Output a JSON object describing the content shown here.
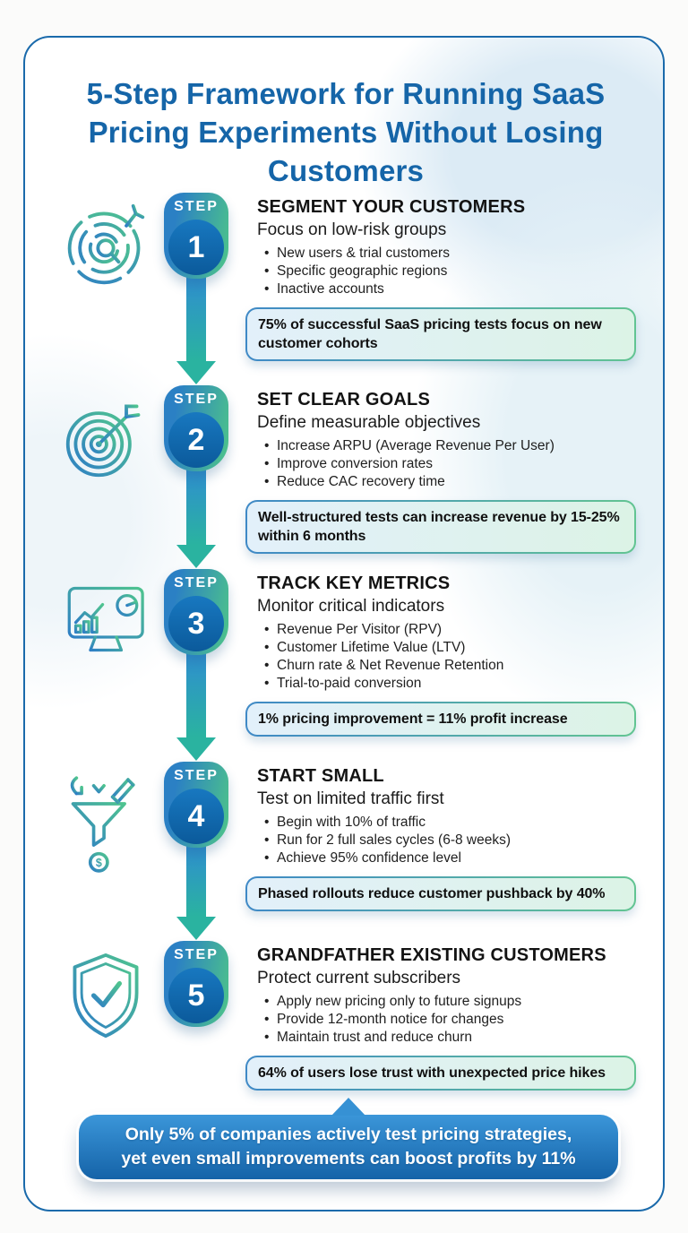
{
  "title": "5-Step Framework for Running SaaS Pricing Experiments Without Losing Customers",
  "steps": [
    {
      "step_label": "STEP",
      "number": "1",
      "icon": "customer-segmentation-icon",
      "heading": "SEGMENT YOUR CUSTOMERS",
      "subtitle": "Focus on low-risk groups",
      "bullets": [
        "New users & trial customers",
        "Specific geographic regions",
        "Inactive accounts"
      ],
      "callout": "75% of successful SaaS pricing tests focus on new customer cohorts"
    },
    {
      "step_label": "STEP",
      "number": "2",
      "icon": "target-goal-icon",
      "heading": "SET CLEAR GOALS",
      "subtitle": "Define measurable objectives",
      "bullets": [
        "Increase ARPU (Average Revenue Per User)",
        "Improve conversion rates",
        "Reduce CAC recovery time"
      ],
      "callout": "Well-structured tests can increase revenue by 15-25% within 6 months"
    },
    {
      "step_label": "STEP",
      "number": "3",
      "icon": "metrics-dashboard-icon",
      "heading": "TRACK KEY METRICS",
      "subtitle": "Monitor critical indicators",
      "bullets": [
        "Revenue Per Visitor (RPV)",
        "Customer Lifetime Value (LTV)",
        "Churn rate & Net Revenue Retention",
        "Trial-to-paid conversion"
      ],
      "callout": "1% pricing improvement = 11% profit increase"
    },
    {
      "step_label": "STEP",
      "number": "4",
      "icon": "funnel-test-icon",
      "heading": "START SMALL",
      "subtitle": "Test on limited traffic first",
      "bullets": [
        "Begin with 10% of traffic",
        "Run for 2 full sales cycles (6-8 weeks)",
        "Achieve 95% confidence level"
      ],
      "callout": "Phased rollouts reduce customer pushback by 40%"
    },
    {
      "step_label": "STEP",
      "number": "5",
      "icon": "shield-check-icon",
      "heading": "GRANDFATHER EXISTING CUSTOMERS",
      "subtitle": "Protect current subscribers",
      "bullets": [
        "Apply new pricing only to future signups",
        "Provide 12-month notice for changes",
        "Maintain trust and reduce churn"
      ],
      "callout": "64% of users lose trust with unexpected price hikes"
    }
  ],
  "footer": {
    "line1": "Only 5% of companies actively test pricing strategies,",
    "line2": "yet even small improvements can boost profits by 11%"
  },
  "colors": {
    "title_blue": "#1565a8",
    "card_border": "#1a6aab",
    "badge_gradient_start": "#2b80c4",
    "badge_gradient_end": "#4cc18c",
    "number_circle": "#0f66a9",
    "arrow_start": "#2f8ed0",
    "arrow_end": "#2ab3a0",
    "callout_border_start": "#3f89c6",
    "callout_border_end": "#62c492",
    "callout_bg_start": "#e2f0fa",
    "callout_bg_end": "#dcf3e6",
    "banner_gradient_start": "#3b96d9",
    "banner_gradient_end": "#1563a8",
    "icon_gradient_start": "#2f7fc5",
    "icon_gradient_end": "#4fc48f"
  }
}
